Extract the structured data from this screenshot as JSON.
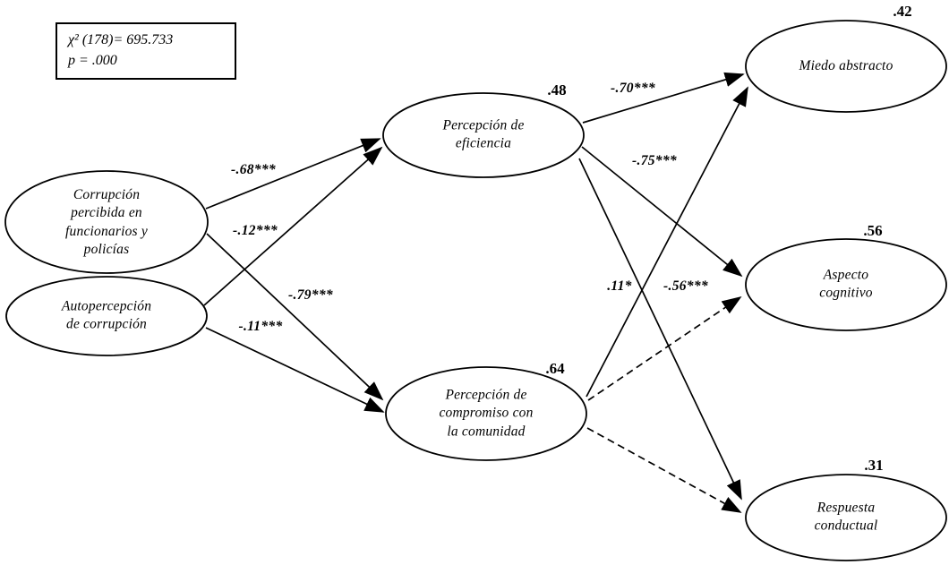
{
  "fit_box": {
    "chi_square": "χ² (178)= 695.733",
    "p_value": "p = .000"
  },
  "nodes": {
    "corrupcion": {
      "label": "Corrupción\npercibida en\nfuncionarios y\npolicías"
    },
    "autopercepcion": {
      "label": "Autopercepción\nde corrupción"
    },
    "eficiencia": {
      "label": "Percepción de\neficiencia",
      "r2": ".48"
    },
    "compromiso": {
      "label": "Percepción de\ncompromiso con\nla comunidad",
      "r2": ".64"
    },
    "miedo": {
      "label": "Miedo abstracto",
      "r2": ".42"
    },
    "aspecto": {
      "label": "Aspecto\ncognitivo",
      "r2": ".56"
    },
    "respuesta": {
      "label": "Respuesta\nconductual",
      "r2": ".31"
    }
  },
  "coefficients": {
    "corrupcion_eficiencia": "-.68***",
    "corrupcion_compromiso": "-.12***",
    "autopercepcion_eficiencia": "-.79***",
    "autopercepcion_compromiso": "-.11***",
    "eficiencia_miedo": "-.70***",
    "eficiencia_aspecto": "-.75***",
    "eficiencia_respuesta": "-.56***",
    "compromiso_miedo": ".11*"
  }
}
